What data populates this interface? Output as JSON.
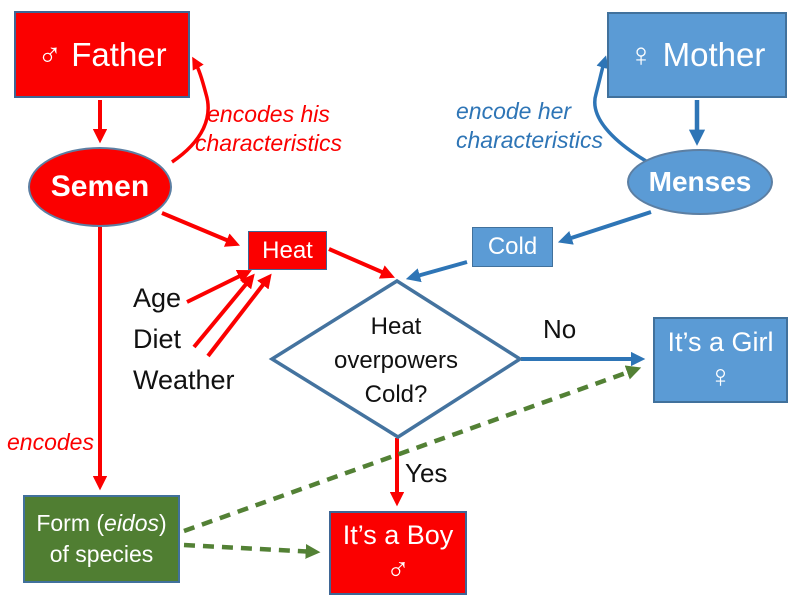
{
  "nodes": {
    "father": {
      "label": "♂ Father"
    },
    "mother": {
      "label": "♀ Mother"
    },
    "semen": {
      "label": "Semen"
    },
    "menses": {
      "label": "Menses"
    },
    "heat": {
      "label": "Heat"
    },
    "cold": {
      "label": "Cold"
    },
    "decision": {
      "line1": "Heat",
      "line2": "overpowers",
      "line3": "Cold?"
    },
    "girl": {
      "line1": "It’s a Girl",
      "symbol": "♀"
    },
    "boy": {
      "line1": "It’s a Boy",
      "symbol": "♂"
    },
    "form": {
      "line1_pre": "Form (",
      "line1_italic": "eidos",
      "line1_post": ")",
      "line2": "of species"
    }
  },
  "annotations": {
    "encodes_his": "encodes his\ncharacteristics",
    "encode_her": "encode her\ncharacteristics",
    "encodes": "encodes",
    "age": "Age",
    "diet": "Diet",
    "weather": "Weather",
    "no": "No",
    "yes": "Yes"
  },
  "colors": {
    "red": "#FB0000",
    "blue_fill": "#5B9BD5",
    "blue_arrow": "#2E75B6",
    "blue_border": "#41719C",
    "diamond_border": "#44739F",
    "green_fill": "#507E32",
    "green_dash": "#538135",
    "text_black": "#111111",
    "text_white": "#FFFFFF"
  }
}
